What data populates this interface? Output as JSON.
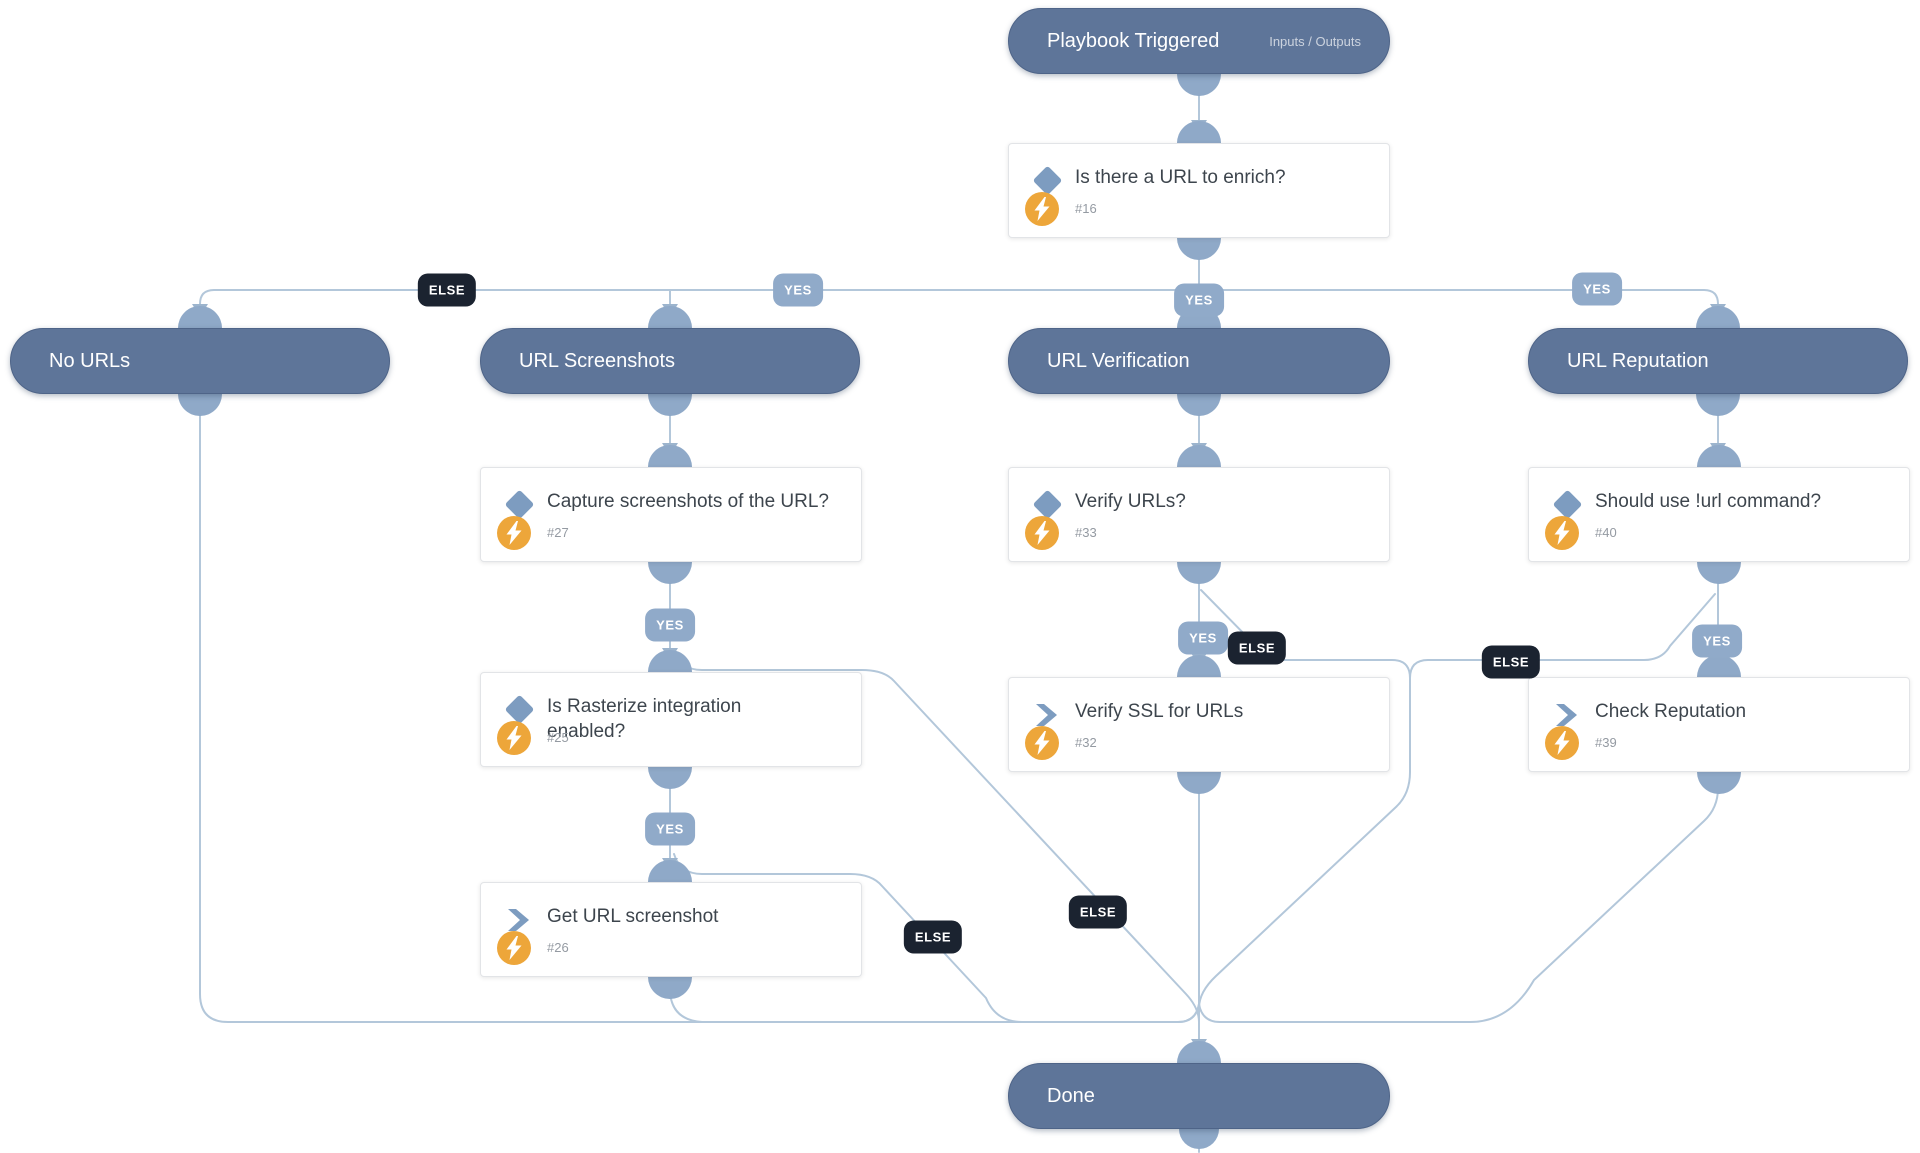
{
  "colors": {
    "node_fill": "#5e7599",
    "node_border": "#4e6488",
    "connector_line": "#b3c7da",
    "arrowhead": "#9cb4cd",
    "connector_dot": "#8fa9c8",
    "yes_label_fill": "#90aac9",
    "else_label_fill": "#1b2330",
    "condition_icon_blue": "#7d9cc0",
    "automation_icon_orange": "#eda63a",
    "task_title_text": "#3d454d",
    "task_number_text": "#949aa2"
  },
  "pills": [
    {
      "label": "Playbook Triggered",
      "secondary": "Inputs / Outputs"
    },
    {
      "label": "No URLs"
    },
    {
      "label": "URL Screenshots"
    },
    {
      "label": "URL Verification"
    },
    {
      "label": "URL Reputation"
    },
    {
      "label": "Done"
    }
  ],
  "tasks": [
    {
      "number": "#16",
      "title": "Is there a URL to enrich?",
      "kind": "condition"
    },
    {
      "number": "#27",
      "title": "Capture screenshots of the URL?",
      "kind": "condition"
    },
    {
      "number": "#25",
      "title": "Is Rasterize integration enabled?",
      "kind": "condition"
    },
    {
      "number": "#26",
      "title": "Get URL screenshot",
      "kind": "action"
    },
    {
      "number": "#33",
      "title": "Verify URLs?",
      "kind": "condition"
    },
    {
      "number": "#32",
      "title": "Verify SSL for URLs",
      "kind": "action"
    },
    {
      "number": "#40",
      "title": "Should use !url command?",
      "kind": "condition"
    },
    {
      "number": "#39",
      "title": "Check Reputation",
      "kind": "action"
    }
  ],
  "edge_labels": [
    {
      "text": "ELSE",
      "variant": "else"
    },
    {
      "text": "YES",
      "variant": "yes"
    },
    {
      "text": "YES",
      "variant": "yes"
    },
    {
      "text": "YES",
      "variant": "yes"
    },
    {
      "text": "YES",
      "variant": "yes"
    },
    {
      "text": "ELSE",
      "variant": "else"
    },
    {
      "text": "YES",
      "variant": "yes"
    },
    {
      "text": "ELSE",
      "variant": "else"
    },
    {
      "text": "YES",
      "variant": "yes"
    },
    {
      "text": "ELSE",
      "variant": "else"
    },
    {
      "text": "YES",
      "variant": "yes"
    },
    {
      "text": "ELSE",
      "variant": "else"
    }
  ]
}
